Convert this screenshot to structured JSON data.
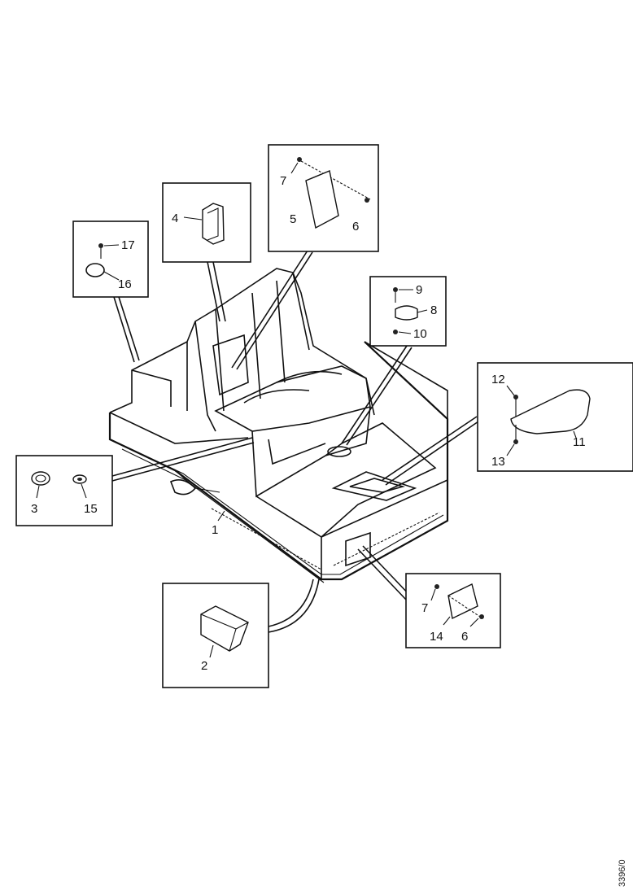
{
  "callouts": {
    "c1": "1",
    "c2": "2",
    "c3a": "3",
    "c4": "4",
    "c5": "5",
    "c6a": "6",
    "c6b": "6",
    "c7a": "7",
    "c7b": "7",
    "c8": "8",
    "c9": "9",
    "c10": "10",
    "c11": "11",
    "c12": "12",
    "c13": "13",
    "c14": "14",
    "c15": "15",
    "c16": "16",
    "c17": "17"
  },
  "drawing_code": "3396/0"
}
